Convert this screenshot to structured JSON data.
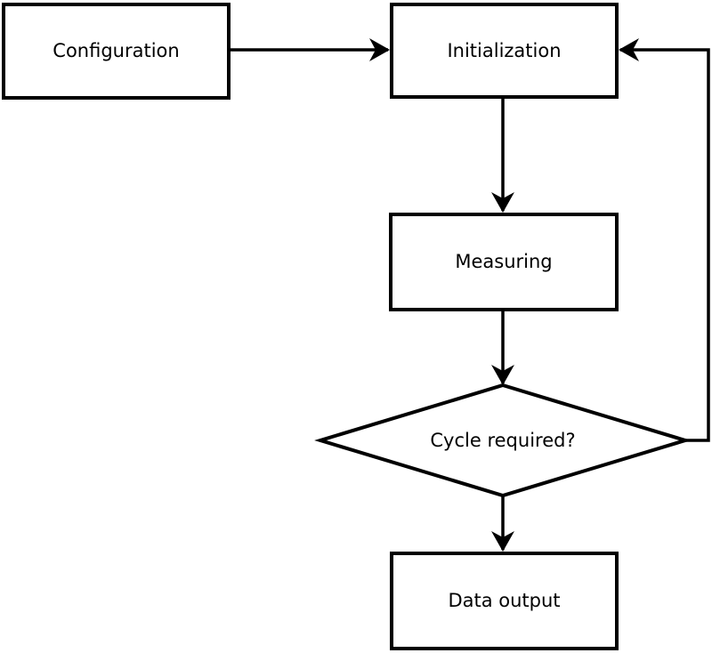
{
  "diagram": {
    "type": "flowchart",
    "background_color": "#ffffff",
    "stroke_color": "#000000",
    "node_fill_color": "#ffffff",
    "text_color": "#000000",
    "nodes": [
      {
        "id": "configuration",
        "label": "Configuration",
        "shape": "rectangle"
      },
      {
        "id": "initialization",
        "label": "Initialization",
        "shape": "rectangle"
      },
      {
        "id": "measuring",
        "label": "Measuring",
        "shape": "rectangle"
      },
      {
        "id": "cycle-required",
        "label": "Cycle required?",
        "shape": "diamond"
      },
      {
        "id": "data-output",
        "label": "Data output",
        "shape": "rectangle"
      }
    ],
    "edges": [
      {
        "from": "configuration",
        "to": "initialization",
        "kind": "forward"
      },
      {
        "from": "initialization",
        "to": "measuring",
        "kind": "forward"
      },
      {
        "from": "measuring",
        "to": "cycle-required",
        "kind": "forward"
      },
      {
        "from": "cycle-required",
        "to": "data-output",
        "kind": "forward"
      },
      {
        "from": "cycle-required",
        "to": "initialization",
        "kind": "loop-back"
      }
    ]
  }
}
